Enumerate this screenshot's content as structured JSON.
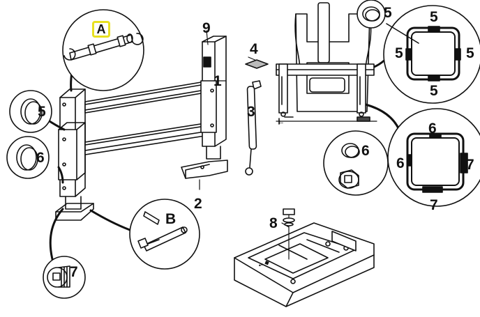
{
  "callouts": {
    "a": "A",
    "b": "B"
  },
  "numbers": {
    "n1": "1",
    "n2": "2",
    "n3": "3",
    "n4": "4",
    "n5_left": "5",
    "n6_left": "6",
    "n7_left": "7",
    "n8": "8",
    "n9": "9",
    "n5_cap": "5",
    "n5_top": "5",
    "n5_left_sec": "5",
    "n5_right_sec": "5",
    "n5_bottom_sec": "5",
    "n6_cap": "6",
    "n6_top_sec": "6",
    "n6_left_sec": "6",
    "n7_right_sec": "7",
    "n7_bottom_sec": "7"
  },
  "colors": {
    "highlight": "#e8e020",
    "ink": "#111111"
  }
}
